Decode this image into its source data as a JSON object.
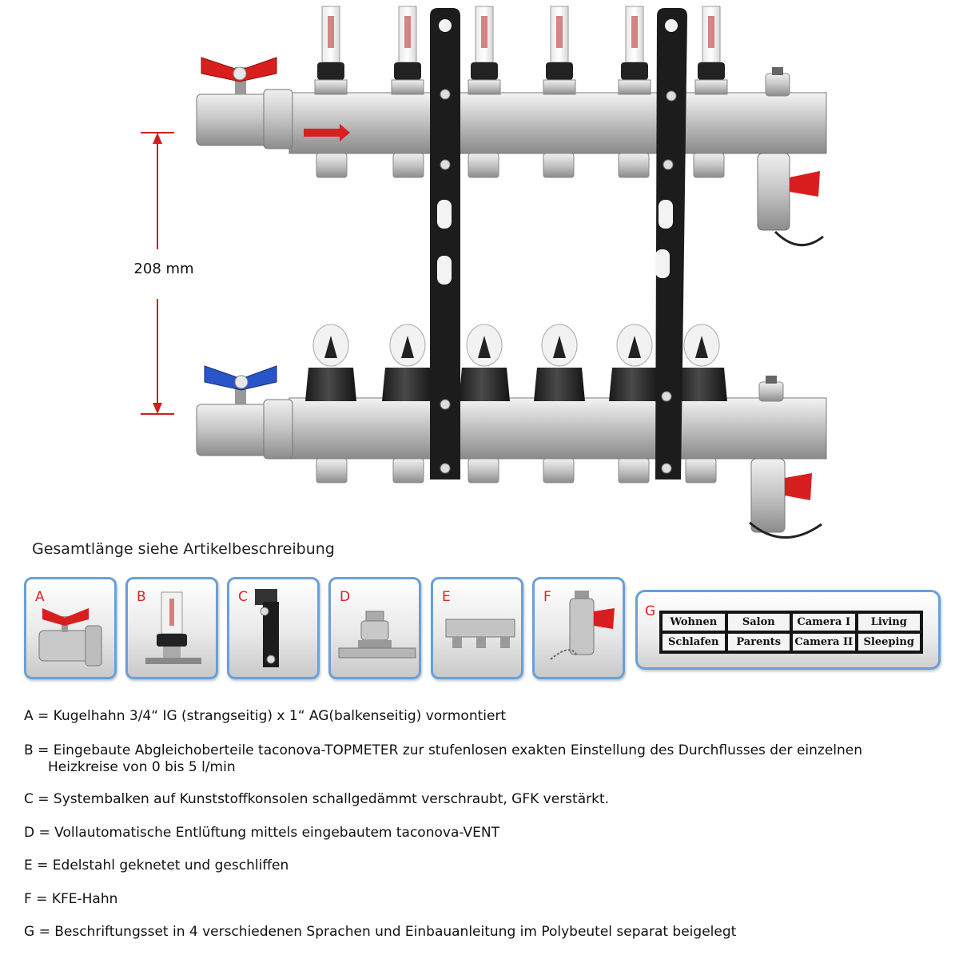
{
  "dimension_label": "208 mm",
  "caption": "Gesamtlänge siehe Artikelbeschreibung",
  "thumbnails": [
    {
      "letter": "A",
      "icon": "ball-valve-icon"
    },
    {
      "letter": "B",
      "icon": "flow-meter-icon"
    },
    {
      "letter": "C",
      "icon": "mounting-bracket-icon"
    },
    {
      "letter": "D",
      "icon": "air-vent-icon"
    },
    {
      "letter": "E",
      "icon": "manifold-bar-icon"
    },
    {
      "letter": "F",
      "icon": "drain-valve-icon"
    }
  ],
  "labels_box": {
    "letter": "G",
    "labels": [
      "Wohnen",
      "Salon",
      "Camera I",
      "Living",
      "Schlafen",
      "Parents",
      "Camera II",
      "Sleeping"
    ]
  },
  "legend": {
    "a": "A = Kugelhahn 3/4“ IG (strangseitig) x 1“ AG(balkenseitig) vormontiert",
    "b1": "B = Eingebaute Abgleichoberteile taconova-TOPMETER zur stufenlosen exakten Einstellung des Durchflusses der einzelnen",
    "b2": "Heizkreise von 0 bis 5 l/min",
    "c": "C = Systembalken auf Kunststoffkonsolen schallgedämmt verschraubt, GFK verstärkt.",
    "d": "D = Vollautomatische Entlüftung mittels eingebautem taconova-VENT",
    "e": "E = Edelstahl geknetet und geschliffen",
    "f": "F = KFE-Hahn",
    "g": "G = Beschriftungsset in 4 verschiedenen Sprachen und Einbauanleitung im Polybeutel separat beigelegt"
  },
  "colors": {
    "dimension_arrow": "#d41c1c",
    "thumb_border": "#6aa0d8",
    "supply_handle": "#d81e1e",
    "return_handle": "#2a55c8",
    "bracket": "#1c1c1c"
  }
}
